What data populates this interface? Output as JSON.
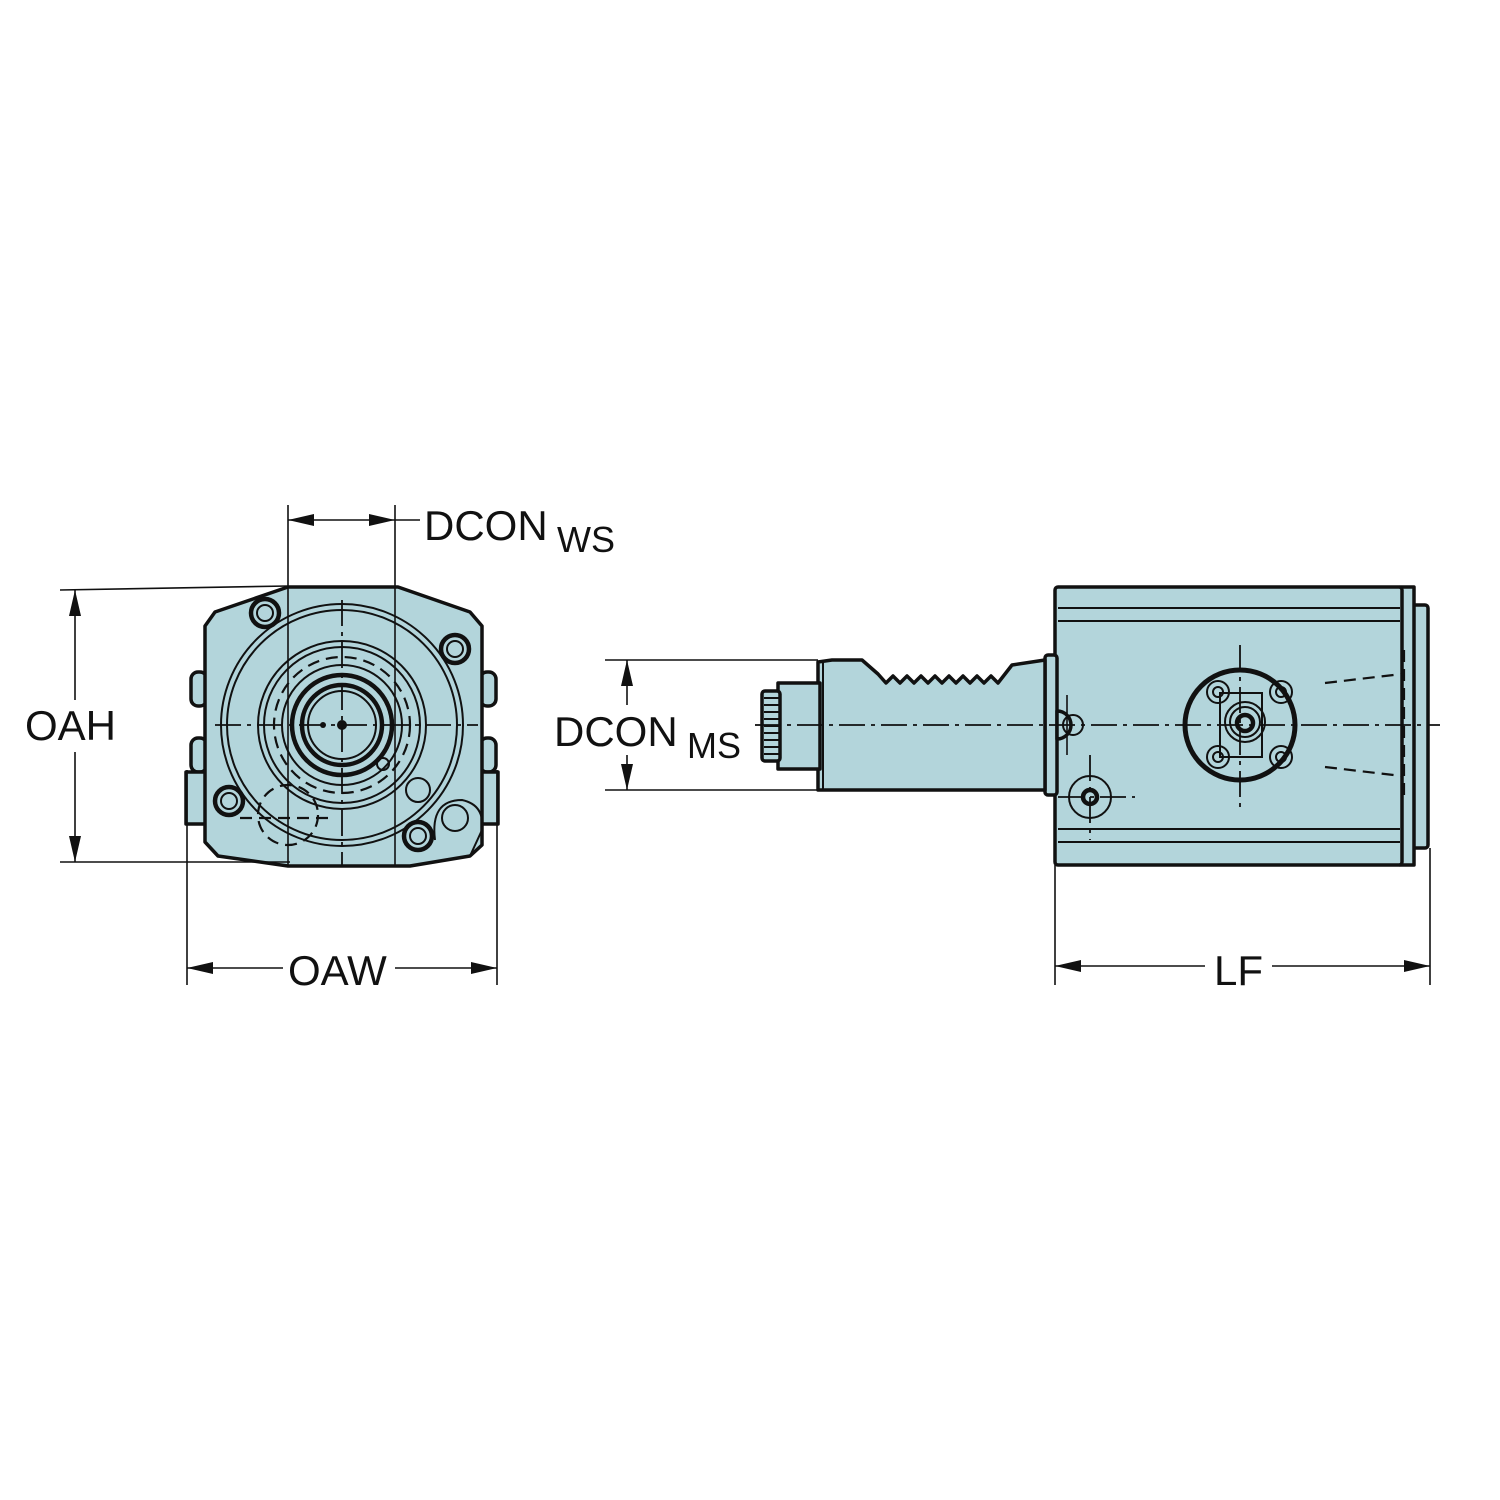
{
  "colors": {
    "body_fill": "#b3d5db",
    "line": "#111111",
    "background": "#ffffff"
  },
  "views": {
    "end_view": {
      "name": "end-view"
    },
    "side_view": {
      "name": "side-view"
    }
  },
  "dimensions": {
    "dcon_ws": {
      "main": "DCON",
      "sub": "WS"
    },
    "oah": {
      "main": "OAH"
    },
    "oaw": {
      "main": "OAW"
    },
    "dcon_ms": {
      "main": "DCON",
      "sub": "MS"
    },
    "lf": {
      "main": "LF"
    }
  }
}
